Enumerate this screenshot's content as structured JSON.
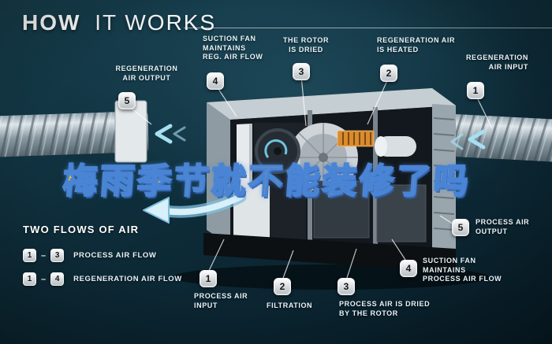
{
  "colors": {
    "bg_dark": "#081e29",
    "bg_mid": "#17404f",
    "accent_blue": "#a6dff2",
    "heater_orange": "#d98c2f",
    "watermark_fill": "#f6c51f",
    "watermark_stroke": "#4a84d4"
  },
  "header": {
    "title_bold": "HOW",
    "title_light": "IT WORKS"
  },
  "watermark": {
    "text": "梅雨季节就不能装修了吗"
  },
  "callouts": [
    {
      "num": "5",
      "label": "REGENERATION AIR OUTPUT"
    },
    {
      "num": "4",
      "label": "SUCTION FAN MAINTAINS REG. AIR FLOW"
    },
    {
      "num": "3",
      "label": "THE ROTOR IS DRIED"
    },
    {
      "num": "2",
      "label": "REGENERATION AIR IS HEATED"
    },
    {
      "num": "1",
      "label": "REGENERATION AIR INPUT"
    },
    {
      "num": "5",
      "label": "PROCESS AIR OUTPUT"
    },
    {
      "num": "4",
      "label": "SUCTION FAN MAINTAINS PROCESS AIR FLOW"
    },
    {
      "num": "3",
      "label": "PROCESS AIR IS DRIED BY THE ROTOR"
    },
    {
      "num": "2",
      "label": "FILTRATION"
    },
    {
      "num": "1",
      "label": "PROCESS AIR INPUT"
    }
  ],
  "legend": {
    "title": "TWO FLOWS OF AIR",
    "items": [
      {
        "from": "1",
        "to": "3",
        "separator": "–",
        "label": "PROCESS AIR FLOW"
      },
      {
        "from": "1",
        "to": "4",
        "separator": "–",
        "label": "REGENERATION AIR FLOW"
      }
    ]
  }
}
